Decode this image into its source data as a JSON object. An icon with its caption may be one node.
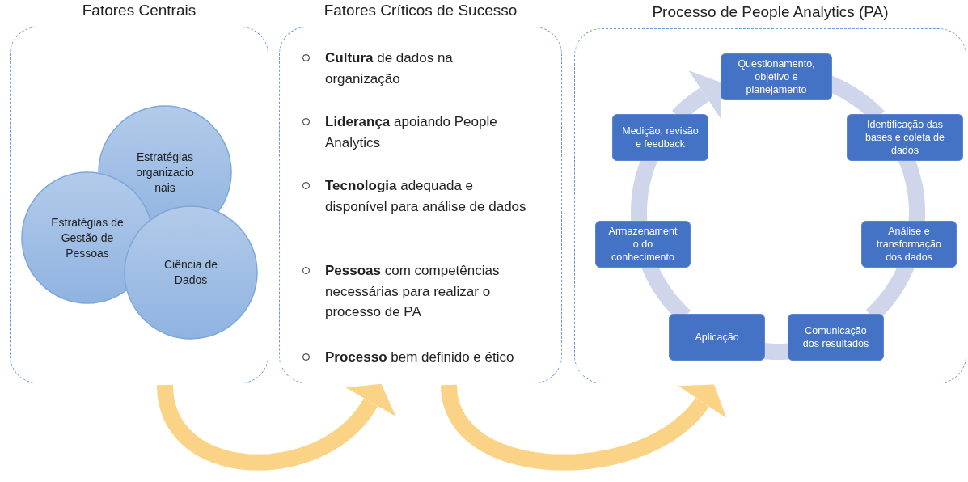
{
  "diagram": {
    "nodes": [
      {
        "text": [
          "Fatores Centrais"
        ]
      },
      {
        "text": [
          "Estratégias organizacio nais"
        ],
        "in": 0
      },
      {
        "text": [
          "Estratégias de Gestão de Pessoas"
        ],
        "in": 0
      },
      {
        "text": [
          "Ciência de Dados"
        ],
        "in": 0
      },
      {
        "text": [
          "Fatores Críticos de Sucesso",
          "**Cultura** de dados na organização",
          "**Liderança** apoiando People Analytics",
          "**Tecnologia** adequada e disponível para análise de dados",
          "**Pessoas** com competências necessárias para realizar o processo de PA",
          "**Processo** bem definido e ético"
        ]
      },
      {
        "text": [
          "Processo de People Analytics (PA)"
        ]
      },
      {
        "text": [
          "Questionamento, objetivo e planejamento"
        ],
        "in": 5
      },
      {
        "text": [
          "Identificação das bases e coleta de dados"
        ],
        "in": 5
      },
      {
        "text": [
          "Análise e transformação dos dados"
        ],
        "in": 5
      },
      {
        "text": [
          "Comunicação dos resultados"
        ],
        "in": 5
      },
      {
        "text": [
          "Aplicação"
        ],
        "in": 5
      },
      {
        "text": [
          "Armazenament o do conhecimento"
        ],
        "in": 5
      },
      {
        "text": [
          "Medição, revisão e feedback"
        ],
        "in": 5
      }
    ],
    "edges": [
      {
        "from": 6,
        "to": 7,
        "arrow": "none"
      },
      {
        "from": 7,
        "to": 8,
        "arrow": "none"
      },
      {
        "from": 8,
        "to": 9,
        "arrow": "none"
      },
      {
        "from": 9,
        "to": 10,
        "arrow": "none"
      },
      {
        "from": 10,
        "to": 11,
        "arrow": "none"
      },
      {
        "from": 11,
        "to": 12,
        "arrow": "none"
      },
      {
        "from": 12,
        "to": 6,
        "arrow": "to"
      },
      {
        "from": 0,
        "to": 4,
        "arrow": "to",
        "color": "#fbd387"
      },
      {
        "from": 4,
        "to": 5,
        "arrow": "to",
        "color": "#fbd387"
      }
    ]
  }
}
